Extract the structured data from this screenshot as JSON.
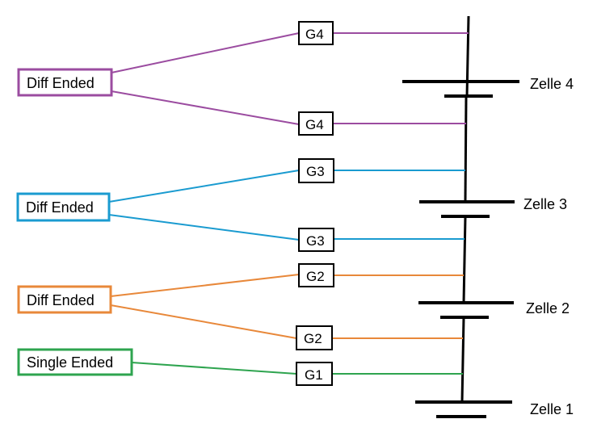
{
  "colors": {
    "purple": "#9b4ca0",
    "blue": "#1a9bd0",
    "orange": "#e8883a",
    "green": "#2ea44f",
    "black": "#000000"
  },
  "cells": [
    "Zelle 4",
    "Zelle 3",
    "Zelle 2",
    "Zelle 1"
  ],
  "groups": [
    {
      "label": "Diff Ended",
      "color": "purple",
      "connectors": [
        "G4",
        "G4"
      ]
    },
    {
      "label": "Diff Ended",
      "color": "blue",
      "connectors": [
        "G3",
        "G3"
      ]
    },
    {
      "label": "Diff Ended",
      "color": "orange",
      "connectors": [
        "G2",
        "G2"
      ]
    },
    {
      "label": "Single Ended",
      "color": "green",
      "connectors": [
        "G1"
      ]
    }
  ]
}
